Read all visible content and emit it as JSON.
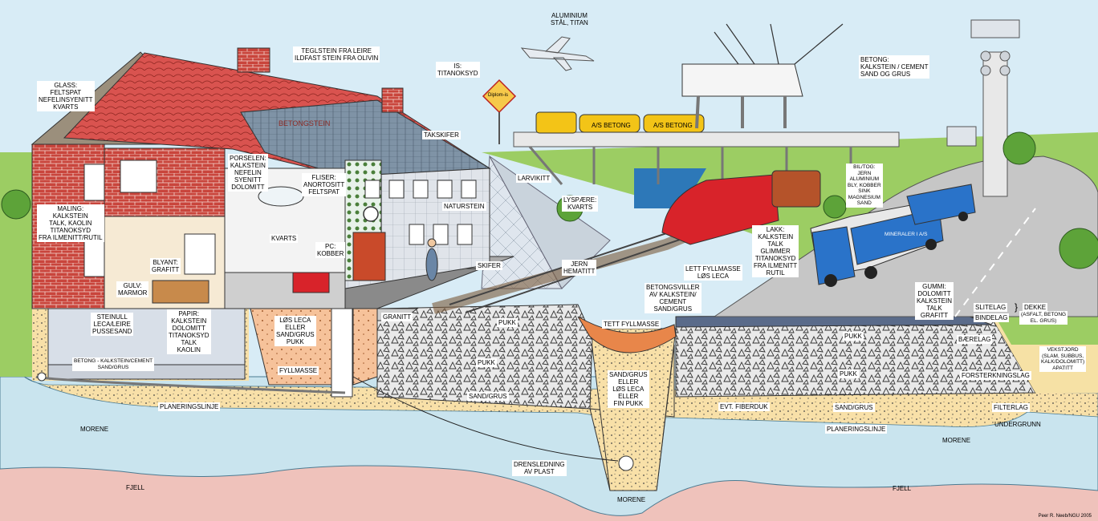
{
  "labels": {
    "glass": "Glass:\nFELTSPAT\nNEFELINSYENITT\nKVARTS",
    "teglstein": "TEGLSTEIN FRA LEIRE\nILDFAST STEIN FRA OLIVIN",
    "is": "Is:\nTITANOKSYD",
    "aluminium": "ALUMINIUM\nSTÅL, TITAN",
    "betong_top": "BETONG:\nKALKSTEIN / CEMENT\nSAND OG GRUS",
    "betongstein": "BETONGSTEIN",
    "takskifer": "TAKSKIFER",
    "as_betong_1": "A/S BETONG",
    "as_betong_2": "A/S BETONG",
    "diplomis": "Diplom-is",
    "porselen": "Porselen:\nKALKSTEIN\nNEFELIN\nSYENITT\nDOLOMITT",
    "fliser": "Fliser:\nANORTOSITT\nFELTSPAT",
    "larvikitt": "LARVIKITT",
    "naturstein": "NATURSTEIN",
    "lyspaere": "Lyspære:\nKVARTS",
    "maling": "Maling:\nKALKSTEIN\nTALK, KAOLIN\nTITANOKSYD\nFRA ILMENITT/RUTIL",
    "kvarts": "KVARTS",
    "pc": "PC:\nKOBBER",
    "bil": "Bil/tog:\nJERN\nALUMINIUM\nBLY, KOBBER\nSINK\nMAGNESIUM\nSAND",
    "lakk": "Lakk:\nKALKSTEIN\nTALK\nGLIMMER\nTITANOKSYD\nFRA ILMENITT\nRUTIL",
    "truck": "Mineraler i A/S",
    "blyant": "Blyant:\nGRAFITT",
    "skifer": "SKIFER",
    "jern": "JERN\nHEMATITT",
    "lett_fyllmasse": "LETT FYLLMASSE\nLØS LECA",
    "gulv": "Gulv:\nMARMOR",
    "papir": "Papir:\nKALKSTEIN\nDOLOMITT\nTITANOKSYD\nTALK\nKAOLIN",
    "betongsviller": "BETONGSVILLER\nAV KALKSTEIN/\nCEMENT\nSAND/GRUS",
    "gummi": "Gummi:\nDOLOMITT\nKALKSTEIN\nTALK\nGRAFITT",
    "steinull": "STEINULL\nLECA/LEIRE\nPUSSESAND",
    "los_leca": "LØS LECA\nELLER\nSAND/GRUS\nPUKK",
    "granitt": "GRANITT",
    "pukk1": "PUKK",
    "tett_fyllmasse": "TETT FYLLMASSE",
    "slitelag": "SLITELAG",
    "bindelag": "BINDELAG",
    "dekke": "DEKKE",
    "dekke_note": "(ASFALT, BETONG\nel. GRUS)",
    "baerelag": "BÆRELAG",
    "pukk2": "PUKK",
    "betong_basement": "BETONG - KALKSTEIN/CEMENT\nSAND/GRUS",
    "fyllmasse": "FYLLMASSE",
    "sand_grus_trench": "SAND/GRUS\nELLER\nLØS LECA\nELLER\nFIN PUKK",
    "pukk3": "PUKK",
    "vekstjord": "VEKSTJORD\n(SLAM, SUBBUS,\nKALK/DOLOMITT)\nAPATITT",
    "forsterkningslag": "FORSTERKNINGSLAG",
    "sand_grus_1": "SAND/GRUS",
    "planeringslinje_1": "PLANERINGSLINJE",
    "evt_fiberduk": "EVT. FIBERDUK",
    "sand_grus_2": "SAND/GRUS",
    "filterlag": "FILTERLAG",
    "planeringslinje_2": "PLANERINGSLINJE",
    "undergrunn": "UNDERGRUNN",
    "morene_1": "MORENE",
    "morene_2": "MORENE",
    "morene_3": "MORENE",
    "drensledning": "DRENSLEDNING\nAV PLAST",
    "fjell_1": "FJELL",
    "fjell_2": "FJELL",
    "credit": "Peer R. Neeb/NGU 2005"
  },
  "colors": {
    "sky": "#d8ecf6",
    "bedrock": "#efc2bb",
    "moraine": "#c9e4ee",
    "sand": "#f8e0a8",
    "grass": "#9ccd63",
    "brick": "#c9453c",
    "roof": "#d9534f",
    "asphalt": "#c6c6c6",
    "train": "#d8232a",
    "truck": "#2a73c9",
    "platform": "#8a8a8a"
  }
}
